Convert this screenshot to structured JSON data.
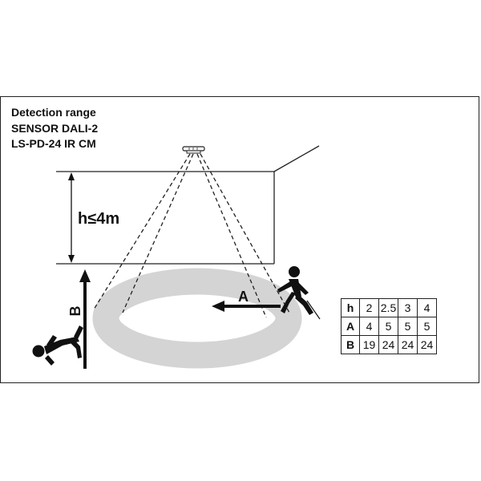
{
  "title": {
    "line1": "Detection range",
    "line2": "SENSOR DALI-2",
    "line3": "LS-PD-24 IR CM"
  },
  "labels": {
    "height": "h≤4m",
    "radial": "A",
    "tangential": "B"
  },
  "table": {
    "rows": [
      {
        "header": "h",
        "values": [
          "2",
          "2.5",
          "3",
          "4"
        ]
      },
      {
        "header": "A",
        "values": [
          "4",
          "5",
          "5",
          "5"
        ]
      },
      {
        "header": "B",
        "values": [
          "19",
          "24",
          "24",
          "24"
        ]
      }
    ]
  },
  "colors": {
    "ring": "#d4d4d4",
    "line": "#111111"
  }
}
